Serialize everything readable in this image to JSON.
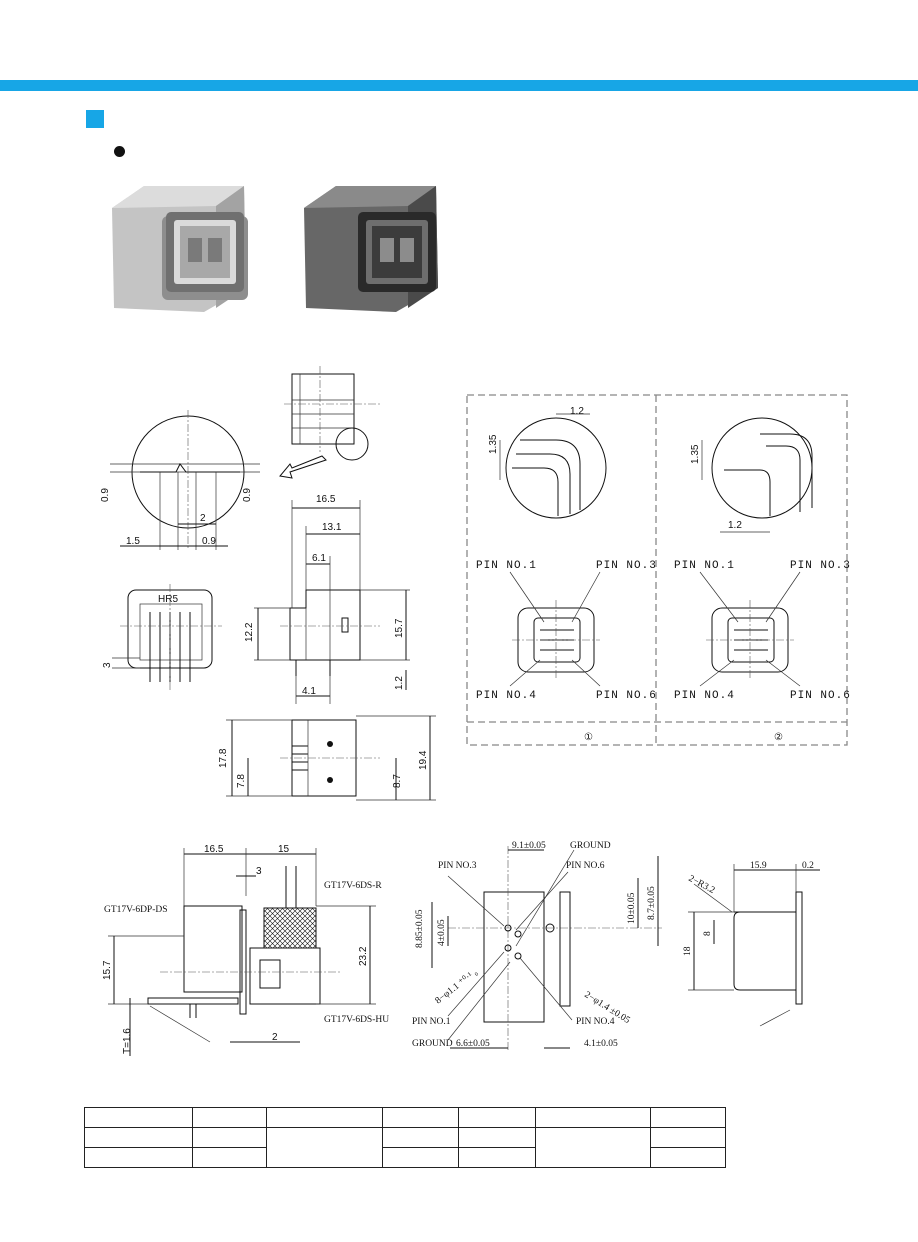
{
  "colors": {
    "accent": "#17a6e6",
    "photo_light": "#b9b9b9",
    "photo_dark": "#5c5c5c"
  },
  "drawing1": {
    "detail": {
      "dim_09_left": "0.9",
      "dim_09_right": "0.9",
      "dim_15": "1.5",
      "dim_2": "2",
      "dim_09_bottom": "0.9"
    },
    "front": {
      "marking": "HR5",
      "dim_3": "3"
    },
    "side": {
      "dim_165": "16.5",
      "dim_131": "13.1",
      "dim_61": "6.1",
      "dim_122": "12.2",
      "dim_157": "15.7",
      "dim_41": "4.1",
      "dim_12": "1.2"
    },
    "bottom": {
      "dim_178": "17.8",
      "dim_78": "7.8",
      "dim_87": "8.7",
      "dim_194": "19.4"
    }
  },
  "variants": {
    "detail1": {
      "dim_a": "1.2",
      "dim_b": "1.35"
    },
    "detail2": {
      "dim_a": "1.35",
      "dim_b": "1.2"
    },
    "pin1": "PIN NO.1",
    "pin3": "PIN NO.3",
    "pin4": "PIN NO.4",
    "pin6": "PIN NO.6",
    "label1": "①",
    "label2": "②"
  },
  "assembly": {
    "dim_165": "16.5",
    "dim_15": "15",
    "dim_3": "3",
    "part_r": "GT17V-6DS-R",
    "part_ds": "GT17V-6DP-DS",
    "part_hu": "GT17V-6DS-HU",
    "dim_157": "15.7",
    "dim_232": "23.2",
    "dim_t": "T=1.6",
    "dim_2": "2"
  },
  "panel": {
    "dim_91": "9.1±0.05",
    "ground_top": "GROUND",
    "pin3": "PIN NO.3",
    "pin6": "PIN NO.6",
    "dim_885": "8.85±0.05",
    "dim_4": "4±0.05",
    "dim_10": "10±0.05",
    "dim_87": "8.7±0.05",
    "holes_8": "8−φ1.1 ⁺⁰·¹ ₀",
    "holes_2": "2−φ1.4 ±0.05",
    "pin1": "PIN NO.1",
    "pin4": "PIN NO.4",
    "ground_bottom": "GROUND",
    "dim_66": "6.6±0.05",
    "dim_41": "4.1±0.05"
  },
  "cutout": {
    "dim_159": "15.9",
    "dim_02": "0.2",
    "radius": "2−R3.2",
    "dim_8": "8",
    "dim_18": "18"
  }
}
